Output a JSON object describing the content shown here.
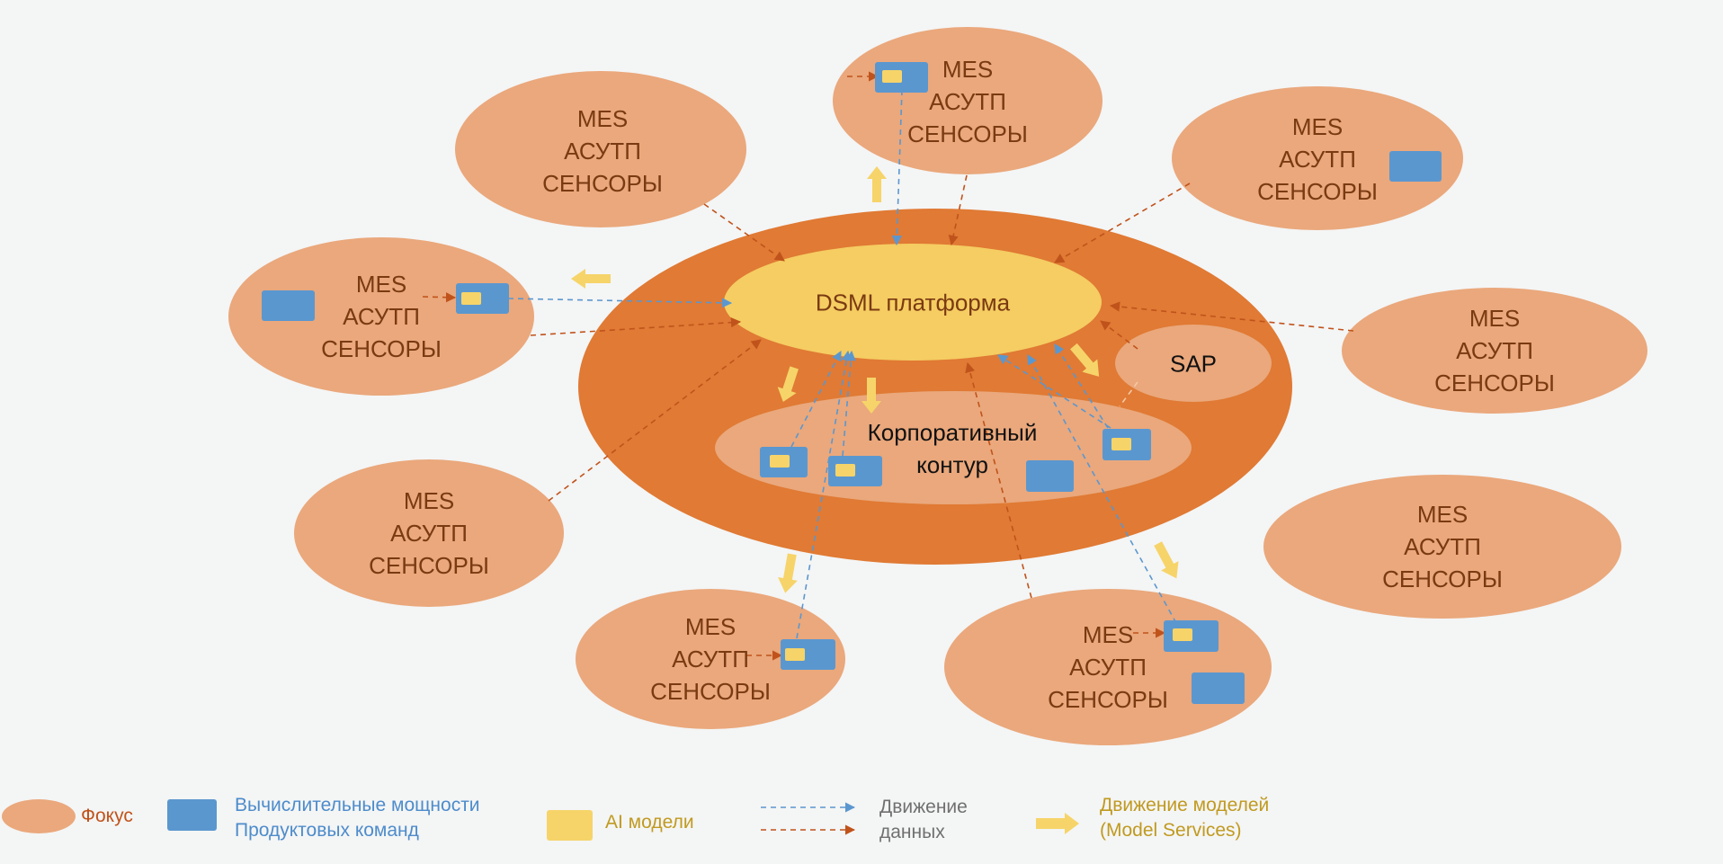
{
  "node": {
    "line1": "MES",
    "line2": "АСУТП",
    "line3": "СЕНСОРЫ"
  },
  "center": {
    "platform": "DSML платформа",
    "sap": "SAP",
    "corp_line1": "Корпоративный",
    "corp_line2": "контур"
  },
  "legend": {
    "focus": "Фокус",
    "compute_line1": "Вычислительные мощности",
    "compute_line2": "Продуктовых команд",
    "ai_models": "AI модели",
    "data_line1": "Движение",
    "data_line2": "данных",
    "models_line1": "Движение моделей",
    "models_line2": "(Model Services)"
  },
  "colors": {
    "background": "#f4f5f5",
    "focus_ellipse": "#eaa87c",
    "outer_ring": "#e07a34",
    "platform": "#f5cd62",
    "compute_box": "#5b97cf",
    "ai_model": "#f6d469",
    "data_blue": "#5b97cf",
    "data_orange": "#c0531b",
    "model_arrow": "#f6d469",
    "node_text": "#7a3a12",
    "legend_blue_text": "#4d8ccb",
    "legend_gold_text": "#c09a20",
    "legend_gray_text": "#707070"
  }
}
